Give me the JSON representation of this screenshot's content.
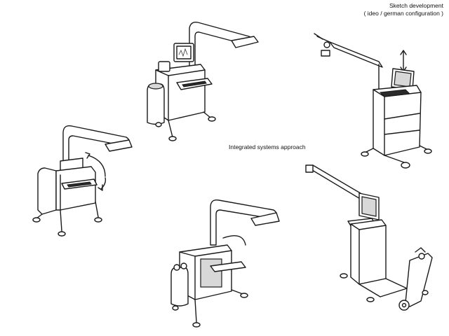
{
  "header": {
    "title": "Sketch development",
    "subtitle": "( ideo / german configuration )"
  },
  "center_label": "Integrated systems approach",
  "colors": {
    "ink": "#1a1a1a",
    "paper": "#ffffff",
    "shade": "#d8d8d8"
  }
}
